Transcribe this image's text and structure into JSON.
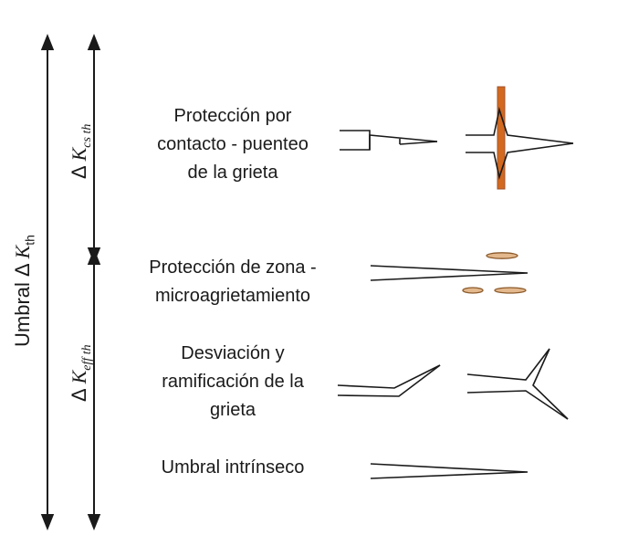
{
  "axis_outer": {
    "label_prefix": "Umbral Δ ",
    "label_var": "K",
    "label_sub": "th"
  },
  "axis_cs": {
    "label_prefix": "Δ ",
    "label_var": "K",
    "label_sub": "cs th"
  },
  "axis_eff": {
    "label_prefix": "Δ ",
    "label_var": "K",
    "label_sub": "eff th"
  },
  "mechanisms": [
    {
      "id": "contact",
      "lines": [
        "Protección por",
        "contacto - puenteo",
        "de la grieta"
      ]
    },
    {
      "id": "zone",
      "lines": [
        "Protección de zona -",
        "microagrietamiento"
      ]
    },
    {
      "id": "deflection",
      "lines": [
        "Desviación y",
        "ramificación de la",
        "grieta"
      ]
    },
    {
      "id": "intrinsic",
      "lines": [
        "Umbral intrínseco"
      ]
    }
  ],
  "colors": {
    "stroke": "#1a1a1a",
    "bridge": "#d2691e",
    "bridge_edge": "#a0522d",
    "particle_fill": "#e3b88c",
    "particle_edge": "#8b5a2b"
  }
}
